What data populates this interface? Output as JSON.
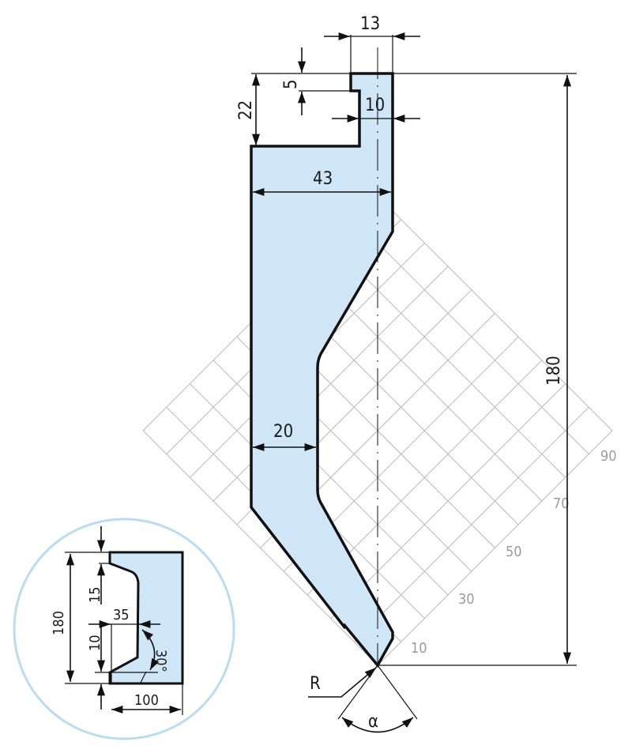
{
  "colors": {
    "fill": "#cfe6f7",
    "outline": "#111111",
    "grid": "#b8b8b8",
    "inset_circle": "#b9dcf0"
  },
  "main_dimensions": {
    "top_width": "13",
    "notch_depth": "5",
    "tang_height": "22",
    "tang_width": "10",
    "body_width": "43",
    "height": "180",
    "neck_width": "20",
    "radius": "R",
    "angle": "α"
  },
  "grid_labels": [
    "10",
    "30",
    "50",
    "70",
    "90"
  ],
  "inset_dimensions": {
    "notch": "15",
    "height": "180",
    "width_35": "35",
    "offset": "10",
    "angle": "30°",
    "width": "100"
  }
}
